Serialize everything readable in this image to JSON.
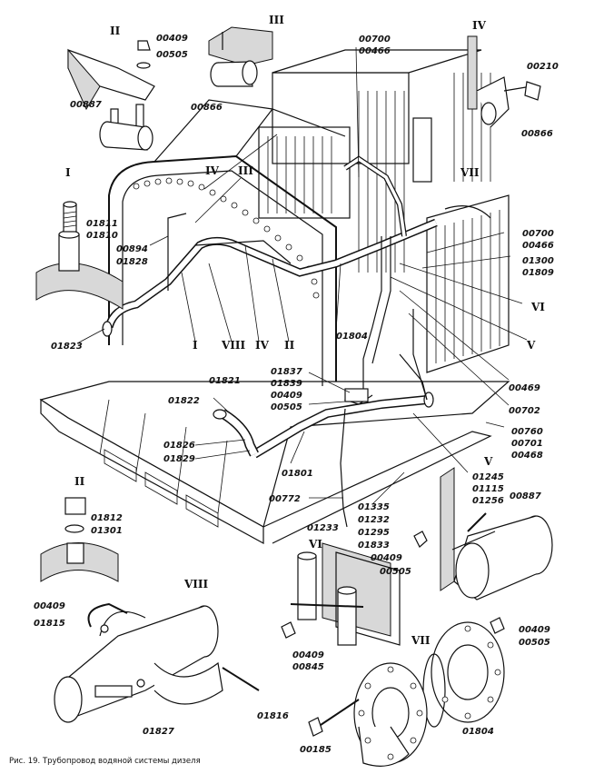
{
  "caption": "Рис. 19. Трубопровод водяной системы дизеля",
  "views": {
    "I": "I",
    "II": "II",
    "III": "III",
    "IV": "IV",
    "V": "V",
    "VI": "VI",
    "VII": "VII",
    "VIII": "VIII"
  },
  "labels": {
    "p00409_a": "00409",
    "p00505_a": "00505",
    "p00887_a": "00887",
    "p00866_a": "00866",
    "p00700_a": "00700",
    "p00466_a": "00466",
    "p00210": "00210",
    "p00866_b": "00866",
    "p01811": "01811",
    "p01810": "01810",
    "p00894": "00894",
    "p01828": "01828",
    "p01823": "01823",
    "p00700_b": "00700",
    "p00466_b": "00466",
    "p01300": "01300",
    "p01809": "01809",
    "p01804_a": "01804",
    "p01837": "01837",
    "p01839": "01839",
    "p00409_b": "00409",
    "p00505_b": "00505",
    "p01821": "01821",
    "p01822": "01822",
    "p00469": "00469",
    "p00702": "00702",
    "p00760": "00760",
    "p00701": "00701",
    "p00468": "00468",
    "p01826": "01826",
    "p01829": "01829",
    "p01801": "01801",
    "p01245": "01245",
    "p01115": "01115",
    "p01256": "01256",
    "p00887_b": "00887",
    "p00772": "00772",
    "p01335": "01335",
    "p01232": "01232",
    "p01295": "01295",
    "p01833": "01833",
    "p01233": "01233",
    "p01812": "01812",
    "p01301": "01301",
    "p00409_c": "00409",
    "p00505_c": "00505",
    "p00409_d": "00409",
    "p01815": "01815",
    "p00409_e": "00409",
    "p00845": "00845",
    "p00409_f": "00409",
    "p00505_d": "00505",
    "p01816": "01816",
    "p01827": "01827",
    "p00185": "00185",
    "p01804_b": "01804"
  }
}
